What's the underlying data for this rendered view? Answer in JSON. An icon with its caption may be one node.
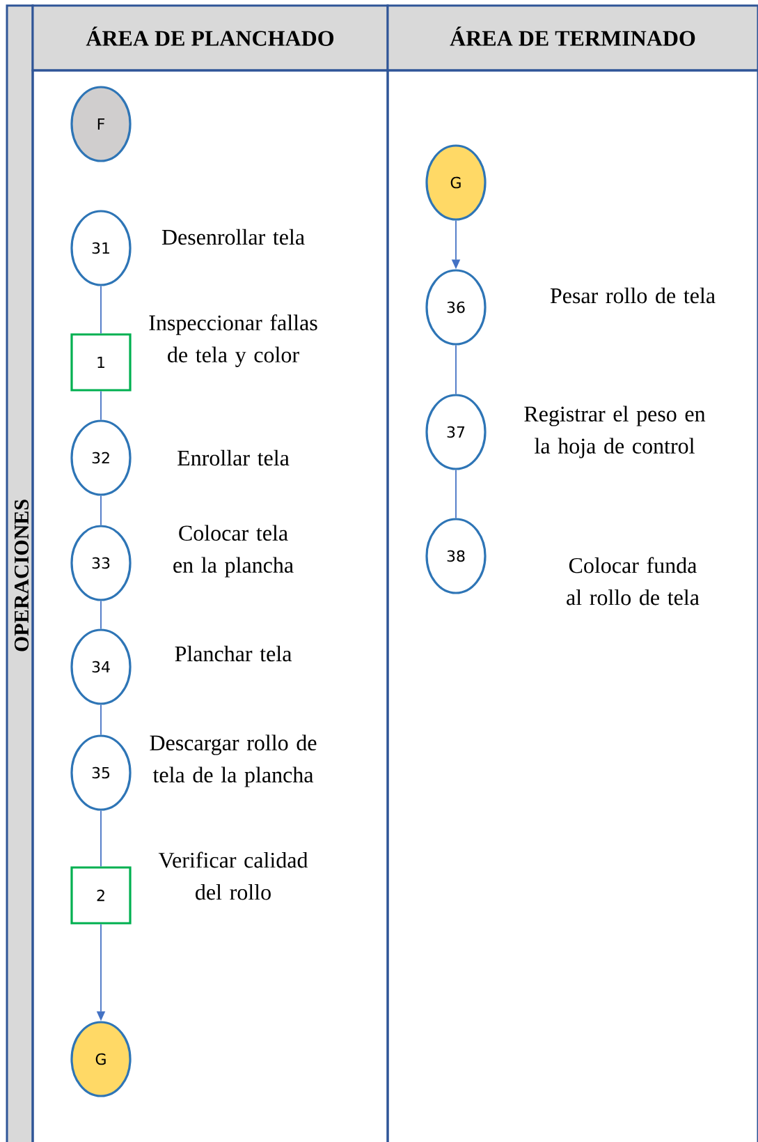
{
  "diagram": {
    "nodes": [
      {
        "text": [
          "OPERACIONES"
        ]
      },
      {
        "text": [
          "ÁREA DE PLANCHADO"
        ]
      },
      {
        "text": [
          "ÁREA DE TERMINADO"
        ]
      },
      {
        "text": [
          "F"
        ],
        "in": 1
      },
      {
        "text": [
          "31"
        ],
        "in": 1,
        "beside": [
          "Desenrollar tela"
        ]
      },
      {
        "text": [
          "1"
        ],
        "in": 1,
        "beside": [
          "Inspeccionar fallas de tela y color"
        ]
      },
      {
        "text": [
          "32"
        ],
        "in": 1,
        "beside": [
          "Enrollar tela"
        ]
      },
      {
        "text": [
          "33"
        ],
        "in": 1,
        "beside": [
          "Colocar tela en la plancha"
        ]
      },
      {
        "text": [
          "34"
        ],
        "in": 1,
        "beside": [
          "Planchar tela"
        ]
      },
      {
        "text": [
          "35"
        ],
        "in": 1,
        "beside": [
          "Descargar rollo de tela de la plancha"
        ]
      },
      {
        "text": [
          "2"
        ],
        "in": 1,
        "beside": [
          "Verificar calidad del rollo"
        ]
      },
      {
        "text": [
          "G"
        ],
        "in": 1
      },
      {
        "text": [
          "G"
        ],
        "in": 2
      },
      {
        "text": [
          "36"
        ],
        "in": 2,
        "beside": [
          "Pesar rollo de tela"
        ]
      },
      {
        "text": [
          "37"
        ],
        "in": 2,
        "beside": [
          "Registrar el peso en la hoja de control"
        ]
      },
      {
        "text": [
          "38"
        ],
        "in": 2,
        "beside": [
          "Colocar funda al rollo de tela"
        ]
      }
    ],
    "edges": [
      {
        "from": 4,
        "to": 5,
        "arrow": "none"
      },
      {
        "from": 5,
        "to": 6,
        "arrow": "none"
      },
      {
        "from": 6,
        "to": 7,
        "arrow": "none"
      },
      {
        "from": 7,
        "to": 8,
        "arrow": "none"
      },
      {
        "from": 8,
        "to": 9,
        "arrow": "none"
      },
      {
        "from": 9,
        "to": 10,
        "arrow": "none"
      },
      {
        "from": 10,
        "to": 11,
        "arrow": "to"
      },
      {
        "from": 12,
        "to": 13,
        "arrow": "to"
      },
      {
        "from": 13,
        "to": 14,
        "arrow": "none"
      },
      {
        "from": 14,
        "to": 15,
        "arrow": "none"
      }
    ]
  }
}
